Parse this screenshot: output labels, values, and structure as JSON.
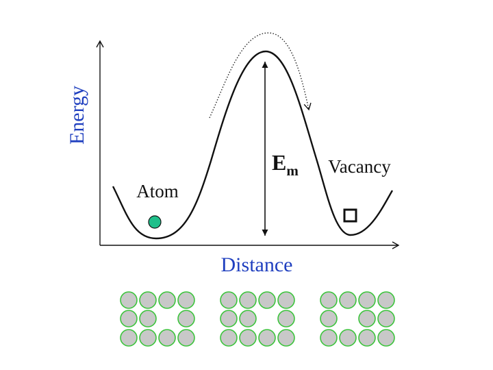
{
  "diagram": {
    "y_axis_label": "Energy",
    "x_axis_label": "Distance",
    "energy_barrier": {
      "symbol": "E",
      "subscript": "m"
    },
    "left_well_label": "Atom",
    "right_well_label": "Vacancy"
  },
  "colors": {
    "axis_label": "#1f3fbf",
    "atom_fill": "#1fbf8a",
    "lattice_atom_fill": "#c8c8c8",
    "lattice_atom_stroke": "#3cc43c",
    "curve": "#111111"
  },
  "lattice_panels": [
    {
      "rows": [
        [
          1,
          1,
          1,
          1
        ],
        [
          1,
          1,
          0,
          1
        ],
        [
          1,
          1,
          1,
          1
        ]
      ]
    },
    {
      "rows": [
        [
          1,
          1,
          1,
          1
        ],
        [
          1,
          1,
          0,
          1
        ],
        [
          1,
          1,
          1,
          1
        ]
      ]
    },
    {
      "rows": [
        [
          1,
          1,
          1,
          1
        ],
        [
          1,
          0,
          1,
          1
        ],
        [
          1,
          1,
          1,
          1
        ]
      ]
    }
  ]
}
